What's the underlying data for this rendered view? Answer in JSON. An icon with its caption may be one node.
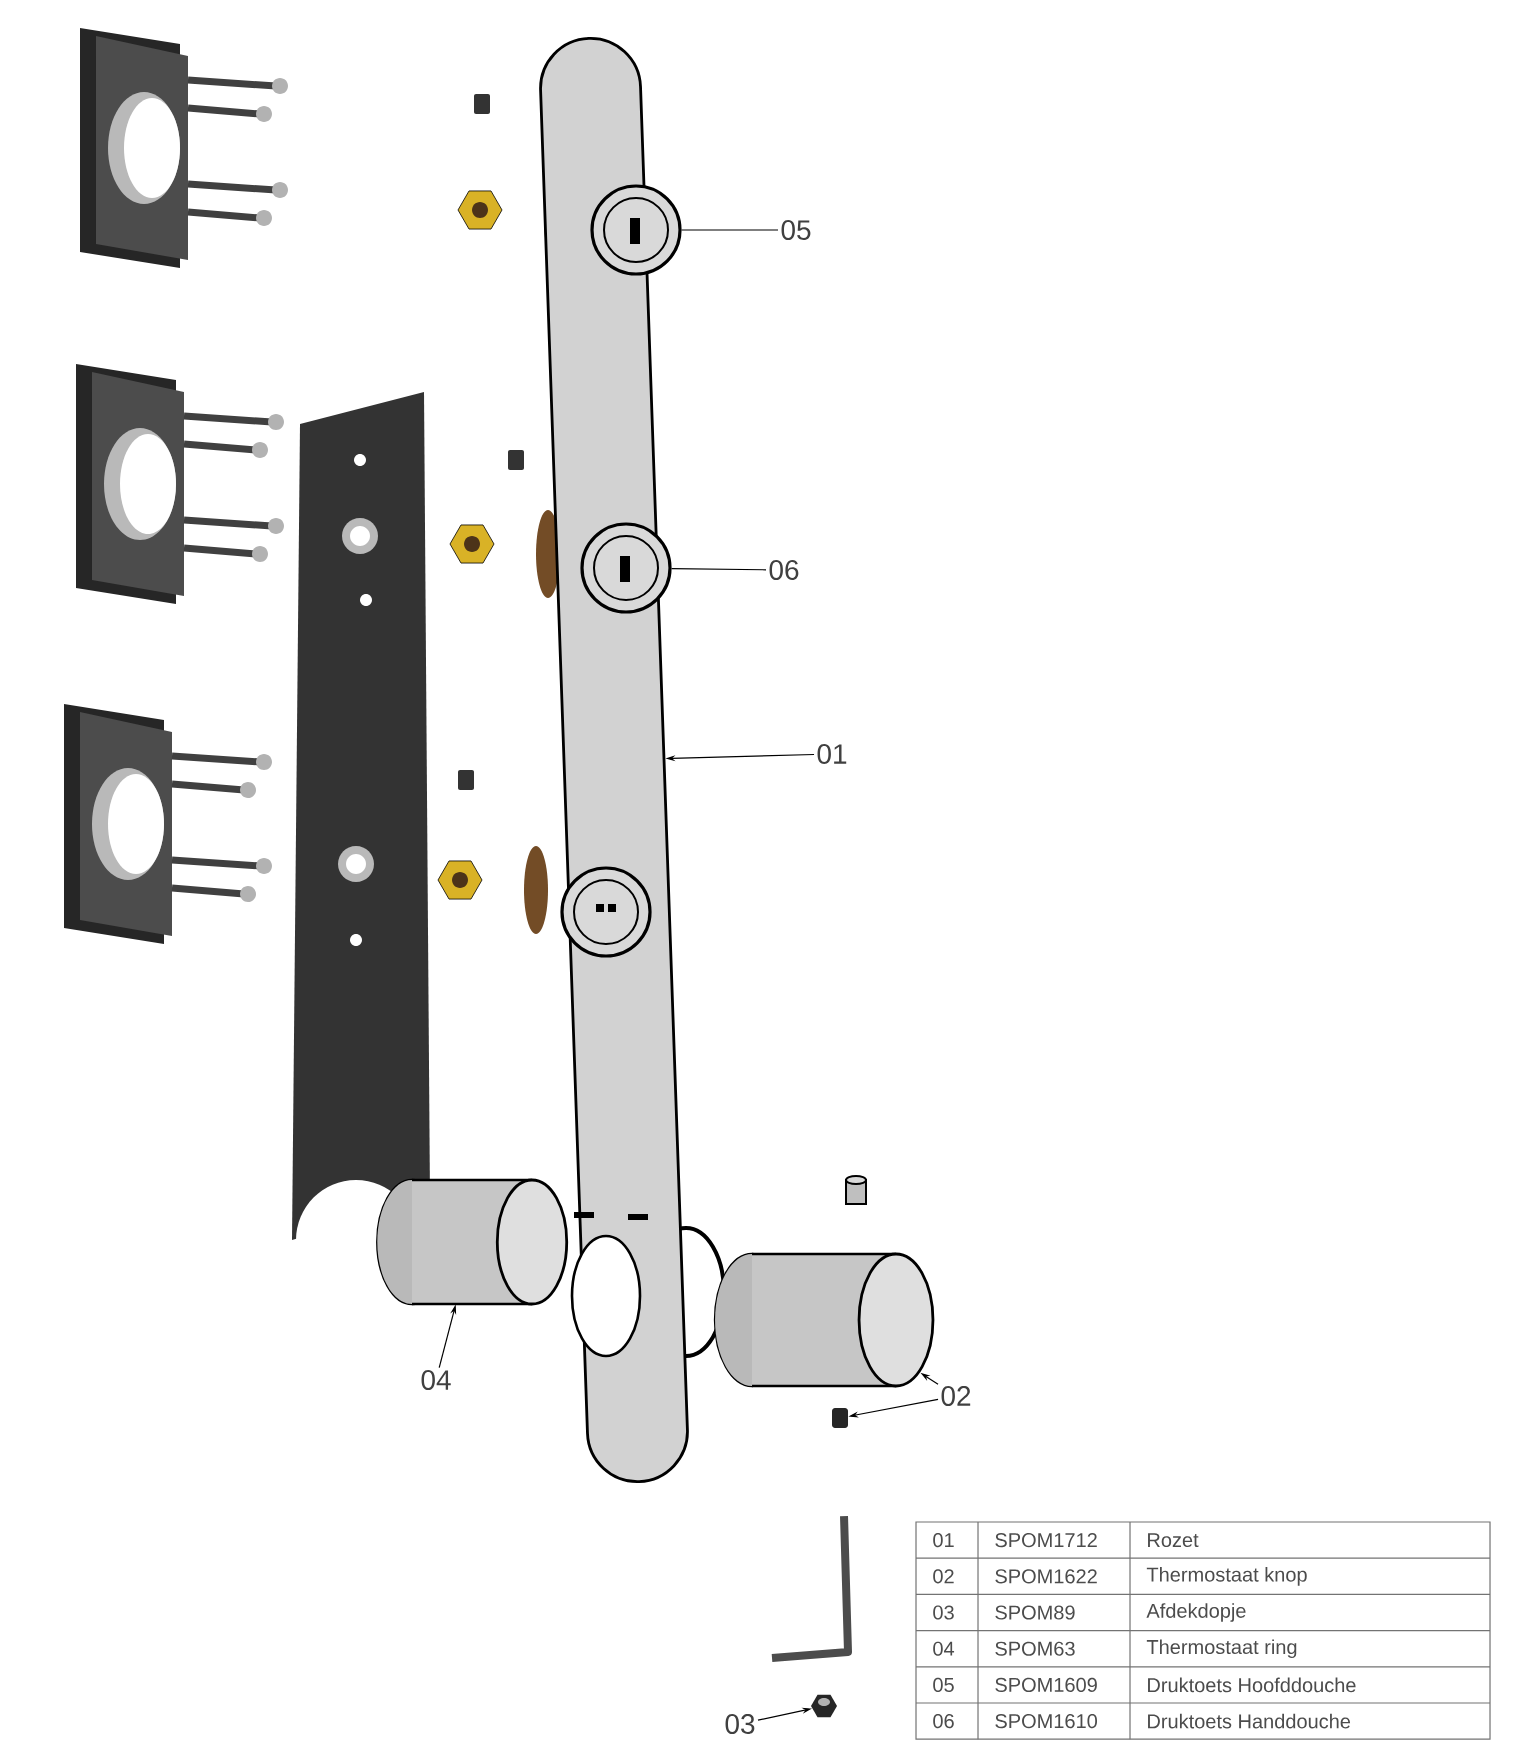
{
  "diagram": {
    "nodes": [
      {
        "text": [
          "05"
        ]
      },
      {
        "text": [],
        "shape": "picture",
        "in": 5
      },
      {
        "text": [
          "06"
        ]
      },
      {
        "text": [],
        "shape": "picture",
        "in": 5
      },
      {
        "text": [
          "01"
        ]
      },
      {
        "text": [],
        "shape": "picture"
      },
      {
        "text": [
          "04"
        ]
      },
      {
        "text": [],
        "shape": "picture"
      },
      {
        "text": [
          "02"
        ]
      },
      {
        "text": [],
        "shape": "picture"
      },
      {
        "text": [],
        "shape": "box"
      },
      {
        "text": [
          "03"
        ]
      },
      {
        "text": [],
        "shape": "picture"
      }
    ],
    "edges": [
      {
        "from": 0,
        "to": 1,
        "arrow": "none"
      },
      {
        "from": 2,
        "to": 3,
        "arrow": "none"
      },
      {
        "from": 4,
        "to": 5,
        "arrow": "to"
      },
      {
        "from": 6,
        "to": 7,
        "arrow": "to"
      },
      {
        "from": 8,
        "to": 9,
        "arrow": "to"
      },
      {
        "from": 8,
        "to": 10,
        "arrow": "to"
      },
      {
        "from": 11,
        "to": 12,
        "arrow": "to"
      }
    ],
    "labels": [
      "01",
      "SPOM1712",
      "Rozet",
      "02",
      "SPOM1622",
      "Thermostaat knop",
      "03",
      "SPOM89",
      "Afdekdopje",
      "04",
      "SPOM63",
      "Thermostaat ring",
      "05",
      "SPOM1609",
      "Druktoets Hoofddouche",
      "06",
      "SPOM1610",
      "Druktoets Handdouche"
    ]
  }
}
